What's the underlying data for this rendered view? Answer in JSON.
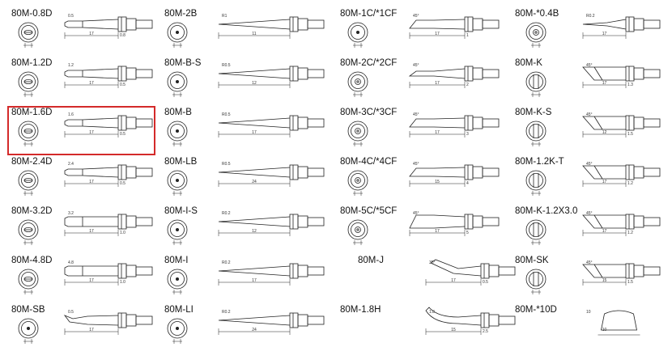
{
  "highlight_color": "#d42a2a",
  "tips": [
    {
      "label": "80M-0.8D",
      "end": "chisel",
      "shape": "chisel",
      "dims": {
        "main": "17",
        "tip": "0.5",
        "dia": "0.8"
      }
    },
    {
      "label": "80M-1.2D",
      "end": "chisel",
      "shape": "chisel",
      "dims": {
        "main": "17",
        "tip": "1.2",
        "dia": "0.5"
      }
    },
    {
      "label": "80M-1.6D",
      "end": "chisel",
      "shape": "chisel",
      "dims": {
        "main": "17",
        "tip": "1.6",
        "dia": "0.5"
      },
      "highlighted": true
    },
    {
      "label": "80M-2.4D",
      "end": "chisel",
      "shape": "chisel",
      "dims": {
        "main": "17",
        "tip": "2.4",
        "dia": "0.5"
      }
    },
    {
      "label": "80M-3.2D",
      "end": "chisel",
      "shape": "chiselwide",
      "dims": {
        "main": "17",
        "tip": "3.2",
        "dia": "1.0"
      }
    },
    {
      "label": "80M-4.8D",
      "end": "chisel",
      "shape": "chiselwide",
      "dims": {
        "main": "17",
        "tip": "4.8",
        "dia": "1.0"
      }
    },
    {
      "label": "80M-SB",
      "end": "dot",
      "shape": "bent",
      "dims": {
        "main": "17",
        "tip": "0.5"
      }
    },
    {
      "label": "80M-2B",
      "end": "dot",
      "shape": "cone",
      "dims": {
        "main": "11",
        "tip": "R1"
      }
    },
    {
      "label": "80M-B-S",
      "end": "dot",
      "shape": "cone",
      "dims": {
        "main": "12",
        "tip": "R0.5"
      }
    },
    {
      "label": "80M-B",
      "end": "dot",
      "shape": "cone",
      "dims": {
        "main": "17",
        "tip": "R0.5"
      }
    },
    {
      "label": "80M-LB",
      "end": "dot",
      "shape": "longcone",
      "dims": {
        "main": "24",
        "tip": "R0.5"
      }
    },
    {
      "label": "80M-I-S",
      "end": "dot",
      "shape": "cone",
      "dims": {
        "main": "12",
        "tip": "R0.2"
      }
    },
    {
      "label": "80M-I",
      "end": "dot",
      "shape": "cone",
      "dims": {
        "main": "17",
        "tip": "R0.2"
      }
    },
    {
      "label": "80M-LI",
      "end": "dot",
      "shape": "longcone",
      "dims": {
        "main": "24",
        "tip": "R0.2"
      }
    },
    {
      "label": "80M-1C/*1CF",
      "end": "dot",
      "shape": "bevel",
      "dims": {
        "main": "17",
        "tip": "45°",
        "dia": "1"
      }
    },
    {
      "label": "80M-2C/*2CF",
      "end": "ring",
      "shape": "bevel2",
      "dims": {
        "main": "17",
        "tip": "45°",
        "dia": "2"
      }
    },
    {
      "label": "80M-3C/*3CF",
      "end": "ring",
      "shape": "bevel",
      "dims": {
        "main": "17",
        "tip": "45°",
        "dia": "3"
      }
    },
    {
      "label": "80M-4C/*4CF",
      "end": "ring",
      "shape": "bevel",
      "dims": {
        "main": "15",
        "tip": "45°",
        "dia": "4"
      }
    },
    {
      "label": "80M-5C/*5CF",
      "end": "ring",
      "shape": "bevel3",
      "dims": {
        "main": "17",
        "tip": "45°",
        "dia": "5"
      }
    },
    {
      "label": "80M-J",
      "end": "none",
      "shape": "j",
      "dims": {
        "main": "17",
        "tip": "35°",
        "dia": "0.5"
      }
    },
    {
      "label": "80M-1.8H",
      "end": "none",
      "shape": "hoof",
      "dims": {
        "main": "15",
        "tip": "1.8",
        "dia": "2.5"
      }
    },
    {
      "label": "80M-*0.4B",
      "end": "ring",
      "shape": "cone",
      "dims": {
        "main": "17",
        "tip": "R0.2"
      }
    },
    {
      "label": "80M-K",
      "end": "knife",
      "shape": "knife",
      "dims": {
        "main": "17",
        "tip": "45°",
        "dia": "1.3"
      }
    },
    {
      "label": "80M-K-S",
      "end": "knife",
      "shape": "knife",
      "dims": {
        "main": "12",
        "tip": "45°",
        "dia": "1.5"
      }
    },
    {
      "label": "80M-1.2K-T",
      "end": "knife",
      "shape": "knife",
      "dims": {
        "main": "17",
        "tip": "45°",
        "dia": "1.2"
      }
    },
    {
      "label": "80M-K-1.2X3.0",
      "end": "knife",
      "shape": "knife",
      "dims": {
        "main": "17",
        "tip": "45°",
        "dia": "1.2"
      }
    },
    {
      "label": "80M-SK",
      "end": "knife",
      "shape": "knife",
      "dims": {
        "main": "15",
        "tip": "45°",
        "dia": "1.5"
      }
    },
    {
      "label": "80M-*10D",
      "end": "none",
      "shape": "cap",
      "dims": {
        "main": "10",
        "tip": "10"
      }
    }
  ]
}
